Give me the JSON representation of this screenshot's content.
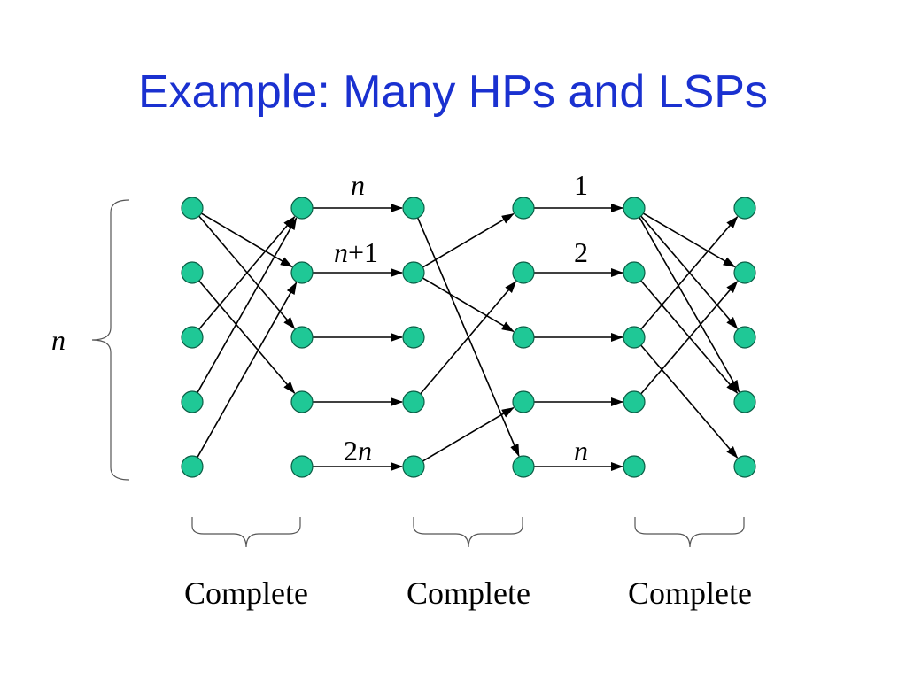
{
  "title": "Example: Many HPs and LSPs",
  "colors": {
    "title": "#1a31d0",
    "node_fill": "#1fc896",
    "node_stroke": "#0b5e45",
    "edge": "#000000"
  },
  "node_columns": 6,
  "nodes_per_column": 5,
  "edges": [
    [
      [
        0,
        0
      ],
      [
        1,
        1
      ]
    ],
    [
      [
        0,
        0
      ],
      [
        1,
        2
      ]
    ],
    [
      [
        0,
        1
      ],
      [
        1,
        3
      ]
    ],
    [
      [
        0,
        2
      ],
      [
        1,
        0
      ]
    ],
    [
      [
        0,
        3
      ],
      [
        1,
        0
      ]
    ],
    [
      [
        0,
        4
      ],
      [
        1,
        1
      ]
    ],
    [
      [
        1,
        0
      ],
      [
        2,
        0
      ]
    ],
    [
      [
        1,
        1
      ],
      [
        2,
        1
      ]
    ],
    [
      [
        1,
        2
      ],
      [
        2,
        2
      ]
    ],
    [
      [
        1,
        3
      ],
      [
        2,
        3
      ]
    ],
    [
      [
        1,
        4
      ],
      [
        2,
        4
      ]
    ],
    [
      [
        2,
        0
      ],
      [
        3,
        4
      ]
    ],
    [
      [
        2,
        1
      ],
      [
        3,
        0
      ]
    ],
    [
      [
        2,
        1
      ],
      [
        3,
        2
      ]
    ],
    [
      [
        2,
        3
      ],
      [
        3,
        1
      ]
    ],
    [
      [
        2,
        4
      ],
      [
        3,
        3
      ]
    ],
    [
      [
        3,
        0
      ],
      [
        4,
        0
      ]
    ],
    [
      [
        3,
        1
      ],
      [
        4,
        1
      ]
    ],
    [
      [
        3,
        2
      ],
      [
        4,
        2
      ]
    ],
    [
      [
        3,
        3
      ],
      [
        4,
        3
      ]
    ],
    [
      [
        3,
        4
      ],
      [
        4,
        4
      ]
    ],
    [
      [
        4,
        0
      ],
      [
        5,
        1
      ]
    ],
    [
      [
        4,
        0
      ],
      [
        5,
        2
      ]
    ],
    [
      [
        4,
        0
      ],
      [
        5,
        3
      ]
    ],
    [
      [
        4,
        1
      ],
      [
        5,
        3
      ]
    ],
    [
      [
        4,
        2
      ],
      [
        5,
        0
      ]
    ],
    [
      [
        4,
        2
      ],
      [
        5,
        4
      ]
    ],
    [
      [
        4,
        3
      ],
      [
        5,
        1
      ]
    ]
  ],
  "labels": {
    "left_n": {
      "base": "n",
      "suffix": ""
    },
    "edge_top_1": {
      "base": "n",
      "suffix": ""
    },
    "edge_top_2": {
      "base": "n",
      "suffix": "+1"
    },
    "edge_bottom_1": {
      "prefix": "2",
      "base": "n"
    },
    "edge_mid_1": {
      "text": "1"
    },
    "edge_mid_2": {
      "text": "2"
    },
    "edge_mid_bottom": {
      "base": "n"
    }
  },
  "brace_labels": [
    "Complete",
    "Complete",
    "Complete"
  ]
}
